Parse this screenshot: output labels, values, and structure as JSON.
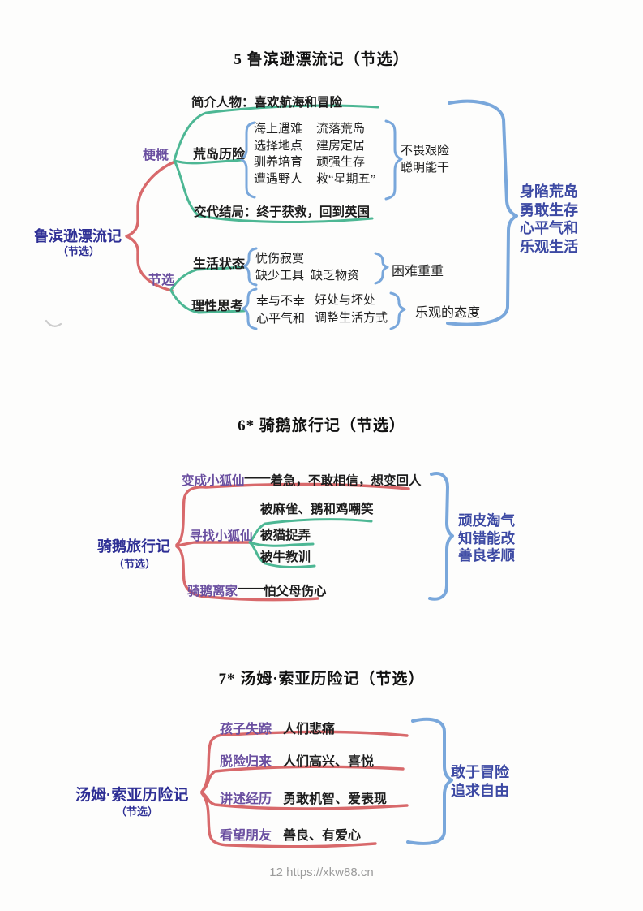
{
  "colors": {
    "line_red": "#d8696b",
    "line_green": "#4db794",
    "brace_blue": "#79a7db",
    "label_purple": "#6a4fa0",
    "root_blue": "#2e2f95",
    "summary_blue": "#3c49a3"
  },
  "sections": [
    {
      "title": "5 鲁滨逊漂流记（节选）",
      "root_title": "鲁滨逊漂流记",
      "root_sub": "（节选）",
      "overview_label": "梗概",
      "excerpt_label": "节选",
      "intro": "简介人物：喜欢航海和冒险",
      "adventure_label": "荒岛历险",
      "adventure_items_col1": [
        "海上遇难",
        "选择地点",
        "驯养培育",
        "遭遇野人"
      ],
      "adventure_items_col2": [
        "流落荒岛",
        "建房定居",
        "顽强生存",
        "救“星期五”"
      ],
      "adventure_result_line1": "不畏艰险",
      "adventure_result_line2": "聪明能干",
      "ending": "交代结局：终于获救，回到英国",
      "life_label": "生活状态",
      "life_items": [
        "忧伤寂寞",
        "缺少工具",
        "缺乏物资"
      ],
      "life_result": "困难重重",
      "thinking_label": "理性思考",
      "thinking_items": [
        "幸与不幸",
        "好处与坏处",
        "心平气和",
        "调整生活方式"
      ],
      "thinking_result": "乐观的态度",
      "summary_lines": [
        "身陷荒岛",
        "勇敢生存",
        "心平气和",
        "乐观生活"
      ]
    },
    {
      "title": "6* 骑鹅旅行记（节选）",
      "root_title": "骑鹅旅行记",
      "root_sub": "（节选）",
      "branch1_label": "变成小狐仙",
      "branch1_dash": "——",
      "branch1_desc": "着急，不敢相信，想变回人",
      "branch2_label": "寻找小狐仙",
      "branch2_children": [
        "被麻雀、鹅和鸡嘲笑",
        "被猫捉弄",
        "被牛教训"
      ],
      "branch3_label": "骑鹅离家",
      "branch3_dash": "——",
      "branch3_desc": "怕父母伤心",
      "summary_lines": [
        "顽皮淘气",
        "知错能改",
        "善良孝顺"
      ]
    },
    {
      "title": "7* 汤姆·索亚历险记（节选）",
      "root_title": "汤姆·索亚历险记",
      "root_sub": "（节选）",
      "branches": [
        {
          "label": "孩子失踪",
          "desc": "人们悲痛"
        },
        {
          "label": "脱险归来",
          "desc": "人们高兴、喜悦"
        },
        {
          "label": "讲述经历",
          "desc": "勇敢机智、爱表现"
        },
        {
          "label": "看望朋友",
          "desc": "善良、有爱心"
        }
      ],
      "summary_lines": [
        "敢于冒险",
        "追求自由"
      ]
    }
  ],
  "footer": {
    "text": "12 https://xkw88.cn"
  }
}
